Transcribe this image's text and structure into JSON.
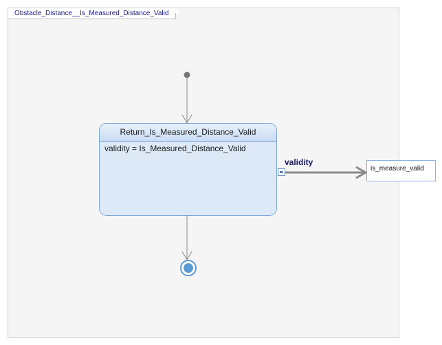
{
  "diagram": {
    "frame_title": "Obstacle_Distance__Is_Measured_Distance_Valid",
    "action": {
      "name": "Return_Is_Measured_Distance_Valid",
      "body": "validity = Is_Measured_Distance_Valid"
    },
    "pin": {
      "label": "validity"
    },
    "target": {
      "label": "is_measure_valid"
    }
  },
  "colors": {
    "frame_background": "#f5f5f5",
    "node_fill": "#dde9f6",
    "node_border": "#7aa7d8",
    "flow_line": "#8a8a8a",
    "final_node": "#5b9bd5",
    "label_text": "#1a1a6c"
  }
}
